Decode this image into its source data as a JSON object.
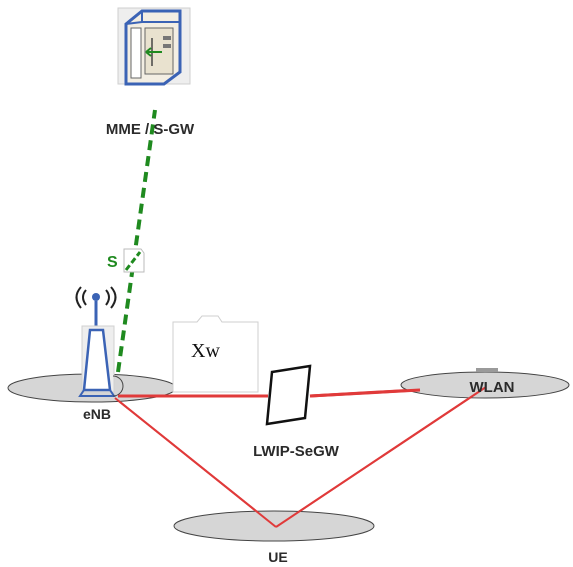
{
  "labels": {
    "mme_sgw": "MME / S-GW",
    "s1": "S",
    "enb": "eNB",
    "xw": "Xw",
    "wlan": "WLAN",
    "lwip_segw": "LWIP-SeGW",
    "ue": "UE"
  },
  "colors": {
    "s1_link": "#1f8a1f",
    "radio_link": "#e03a3a",
    "ellipse_fill": "#d6d6d6",
    "ellipse_stroke": "#444444",
    "server_outline": "#3b63b5",
    "antenna": "#3b63b5"
  },
  "icons": {
    "mme_sgw": "server-icon",
    "enb": "antenna-tower-icon",
    "segw": "gateway-box-icon"
  }
}
